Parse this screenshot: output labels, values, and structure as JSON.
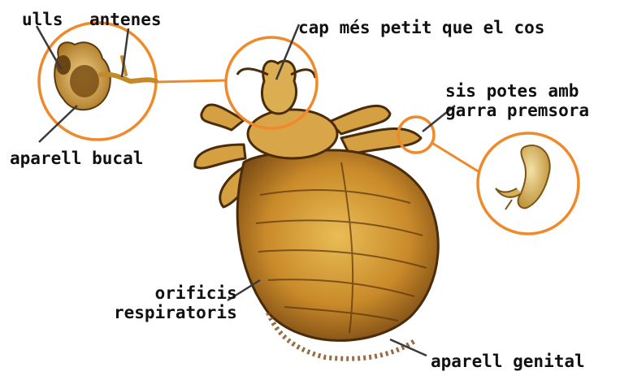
{
  "labels": {
    "eyes": "ulls",
    "antennae": "antenes",
    "head": "cap més petit que el cos",
    "legs_line1": "sis potes amb",
    "legs_line2": "garra premsora",
    "mouthparts": "aparell bucal",
    "spiracles_line1": "orificis",
    "spiracles_line2": "respiratoris",
    "genital": "aparell genital"
  },
  "colors": {
    "callout_ring": "#ef8a2a",
    "leader_line": "#3a3a3a",
    "louse_body": "#d9a53f",
    "louse_outline": "#4a2c0a",
    "background": "#ffffff"
  }
}
